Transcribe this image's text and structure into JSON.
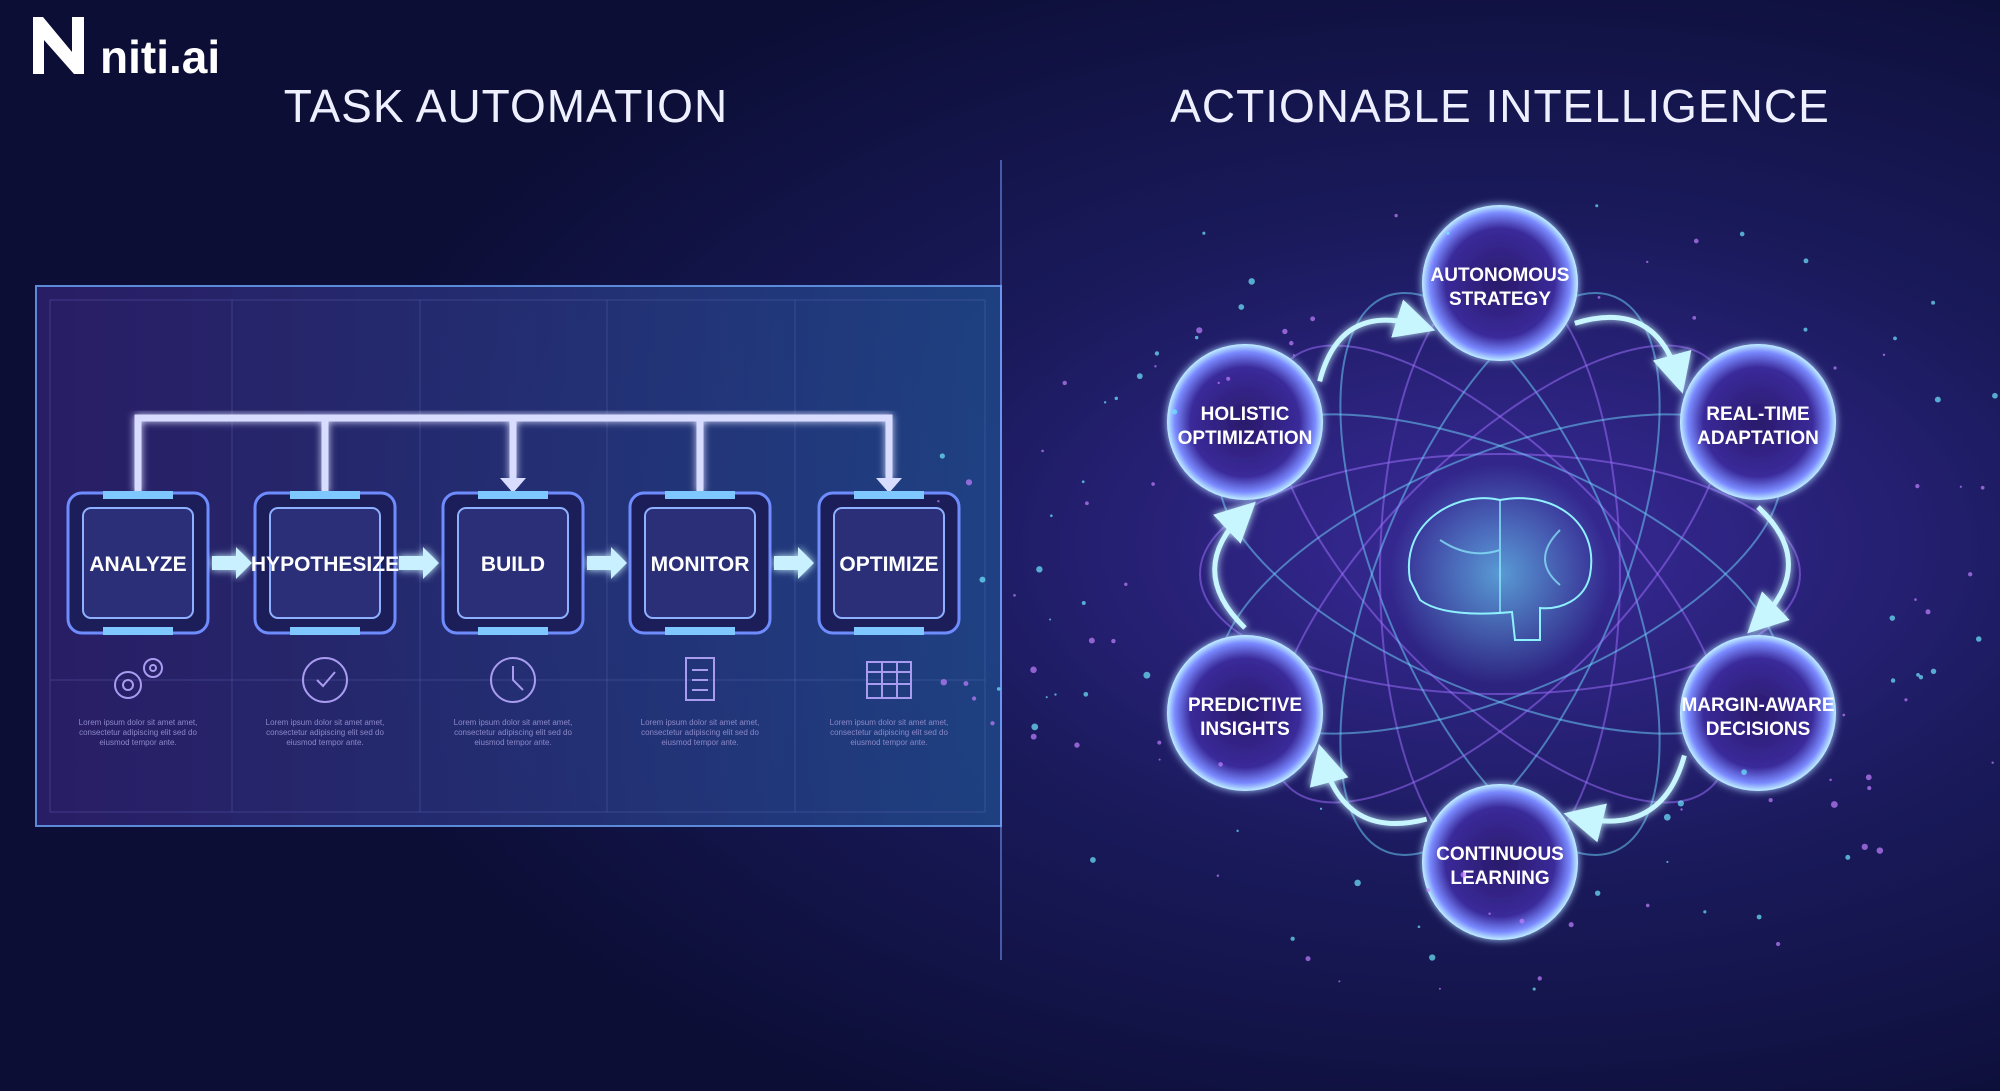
{
  "logo": {
    "text": "niti.ai"
  },
  "left": {
    "title": "TASK AUTOMATION",
    "steps": [
      {
        "label": "ANALYZE",
        "icon": "gears-icon",
        "caption": [
          "Lorem ipsum dolor sit amet amet,",
          "consectetur adipiscing elit sed do",
          "eiusmod tempor ante."
        ]
      },
      {
        "label": "HYPOTHESIZE",
        "icon": "target-check-icon",
        "caption": [
          "Lorem ipsum dolor sit amet amet,",
          "consectetur adipiscing elit sed do",
          "eiusmod tempor ante."
        ]
      },
      {
        "label": "BUILD",
        "icon": "clock-icon",
        "caption": [
          "Lorem ipsum dolor sit amet amet,",
          "consectetur adipiscing elit sed do",
          "eiusmod tempor ante."
        ]
      },
      {
        "label": "MONITOR",
        "icon": "document-icon",
        "caption": [
          "Lorem ipsum dolor sit amet amet,",
          "consectetur adipiscing elit sed do",
          "eiusmod tempor ante."
        ]
      },
      {
        "label": "OPTIMIZE",
        "icon": "table-icon",
        "caption": [
          "Lorem ipsum dolor sit amet amet,",
          "consectetur adipiscing elit sed do",
          "eiusmod tempor ante."
        ]
      }
    ]
  },
  "right": {
    "title": "ACTIONABLE INTELLIGENCE",
    "center_icon": "brain-icon",
    "nodes": [
      {
        "lines": [
          "AUTONOMOUS",
          "STRATEGY"
        ]
      },
      {
        "lines": [
          "REAL-TIME",
          "ADAPTATION"
        ]
      },
      {
        "lines": [
          "MARGIN-AWARE",
          "DECISIONS"
        ]
      },
      {
        "lines": [
          "CONTINUOUS",
          "LEARNING"
        ]
      },
      {
        "lines": [
          "PREDICTIVE",
          "INSIGHTS"
        ]
      },
      {
        "lines": [
          "HOLISTIC",
          "OPTIMIZATION"
        ]
      }
    ]
  },
  "colors": {
    "background": "#0d0f3a",
    "cyan": "#5fe3ff",
    "purple": "#a56bff",
    "box": "#2a2f78"
  }
}
